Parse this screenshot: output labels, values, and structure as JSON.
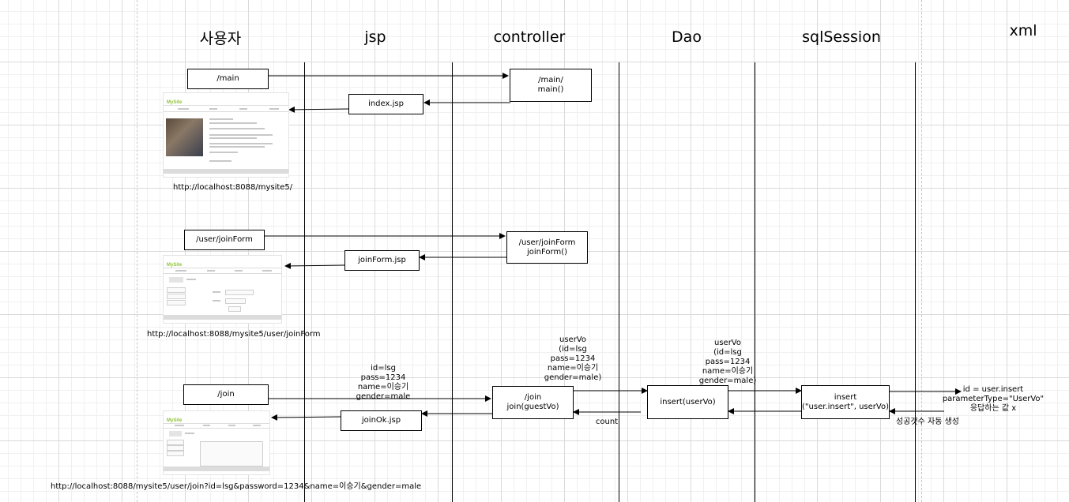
{
  "headers": [
    "사용자",
    "jsp",
    "controller",
    "Dao",
    "sqlSession",
    "xml"
  ],
  "flow1": {
    "request_box": "/main",
    "controller_box": "/main/\nmain()",
    "jsp_box": "index.jsp",
    "url": "http://localhost:8088/mysite5/"
  },
  "flow2": {
    "request_box": "/user/joinForm",
    "controller_box": "/user/joinForm\njoinForm()",
    "jsp_box": "joinForm.jsp",
    "url": "http://localhost:8088/mysite5/user/joinForm"
  },
  "flow3": {
    "request_box": "/join",
    "params_label": "id=lsg\npass=1234\nname=이승기\ngender=male",
    "controller_box": "/join\njoin(guestVo)",
    "controller_to_dao_label": "userVo\n(id=lsg\npass=1234\nname=이승기\ngender=male)",
    "dao_box": "insert(userVo)",
    "dao_to_session_label": "userVo\n(id=lsg\npass=1234\nname=이승기\ngender=male)",
    "session_box": "insert\n(\"user.insert\", userVo)",
    "xml_label": "id = user.insert\nparameterType=\"UserVo\"\n응답하는 값 x",
    "return_count_label": "count",
    "auto_generate_label": "성공갯수 자동 생성",
    "jsp_box": "joinOk.jsp",
    "url": "http://localhost:8088/mysite5/user/join?id=lsg&password=1234&name=이승기&gender=male"
  },
  "screenshots": {
    "logo": "MySite"
  }
}
